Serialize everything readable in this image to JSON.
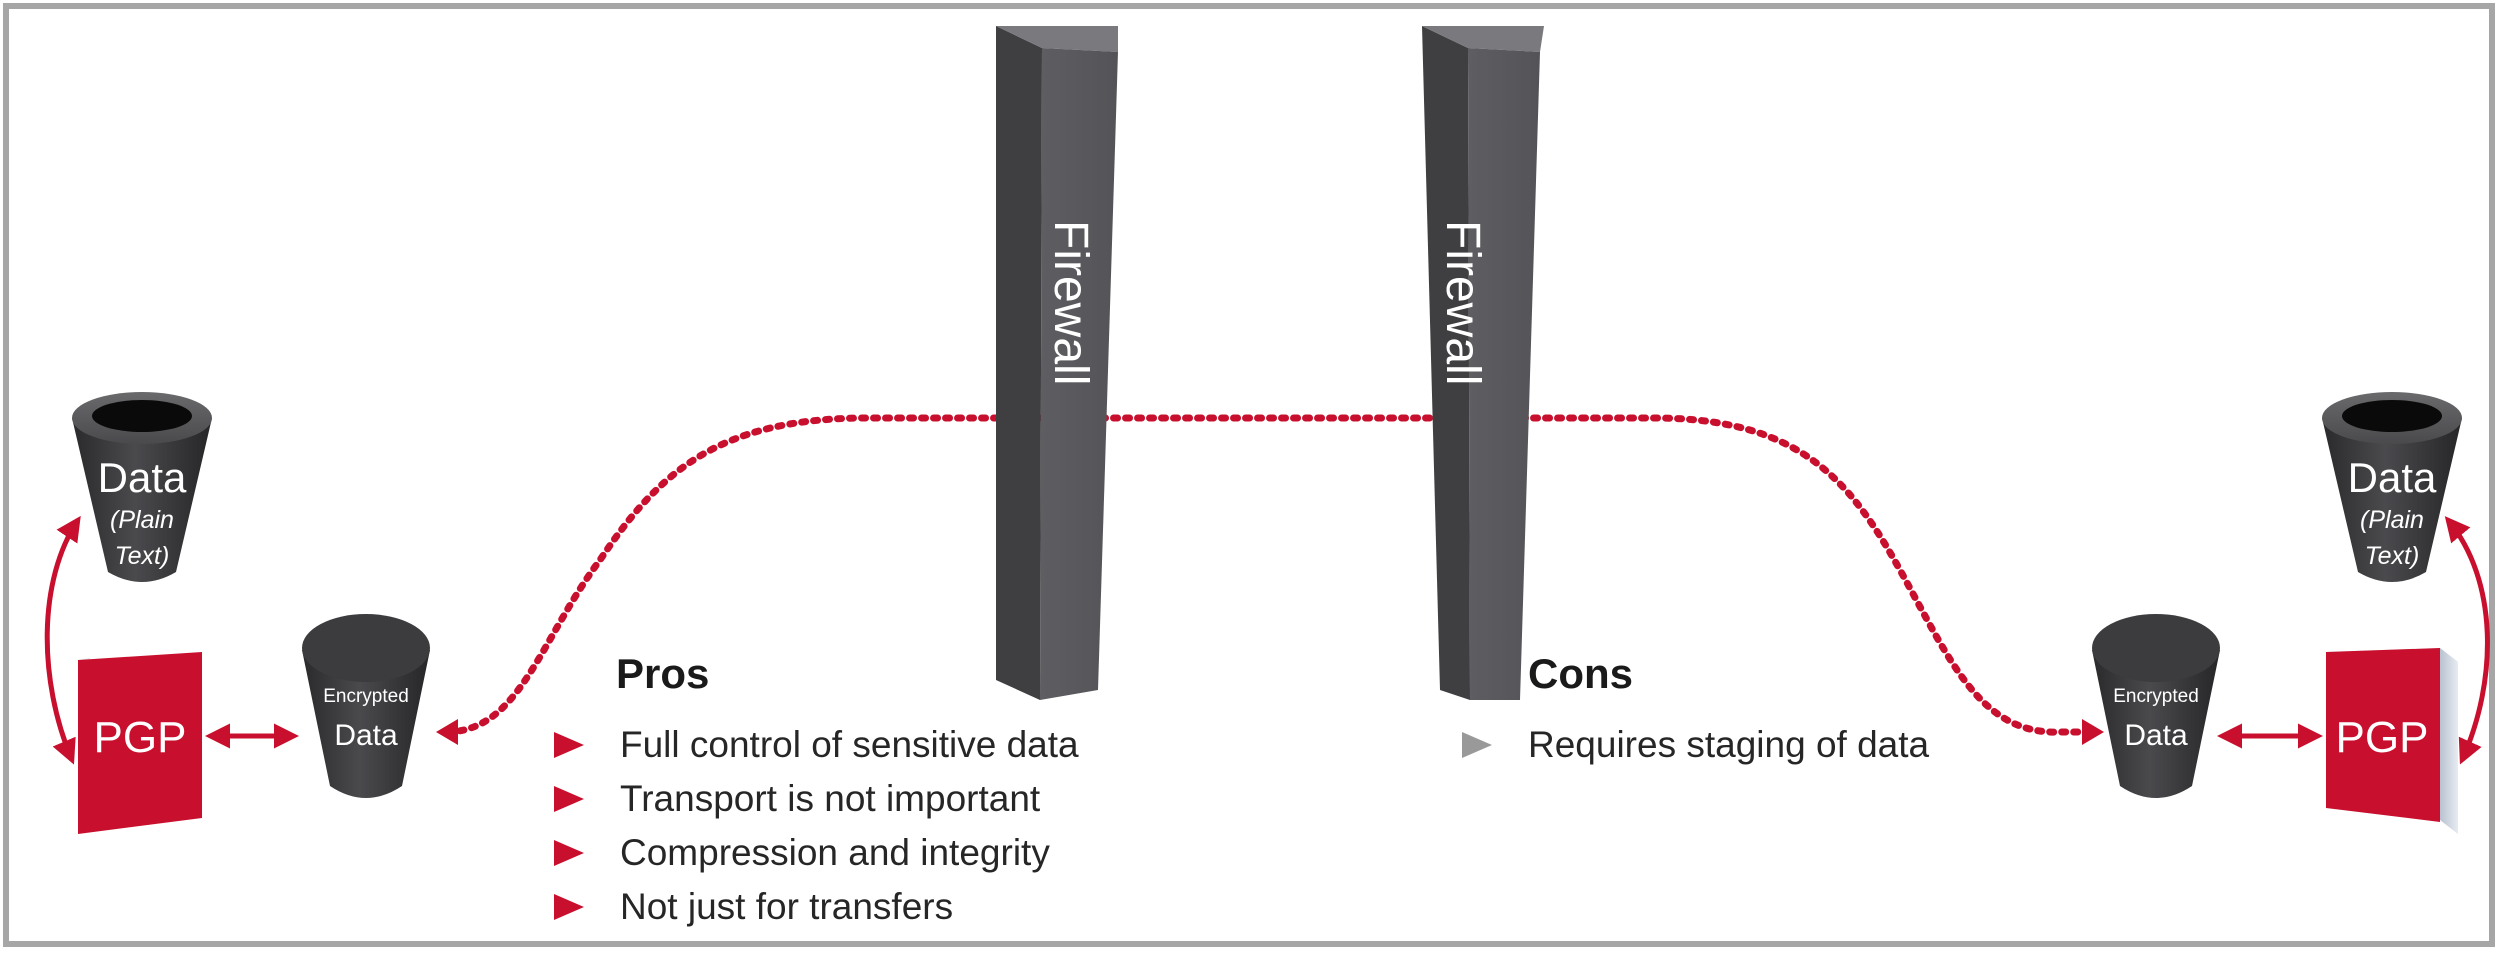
{
  "nodes": {
    "left_plain": {
      "title": "Data",
      "subtitle": "(Plain Text)"
    },
    "right_plain": {
      "title": "Data",
      "subtitle": "(Plain Text)"
    },
    "left_pgp": {
      "label": "PGP"
    },
    "right_pgp": {
      "label": "PGP"
    },
    "left_encrypted": {
      "line1": "Encrypted",
      "line2": "Data"
    },
    "right_encrypted": {
      "line1": "Encrypted",
      "line2": "Data"
    },
    "firewall_left": {
      "label": "Firewall"
    },
    "firewall_right": {
      "label": "Firewall"
    }
  },
  "pros": {
    "heading": "Pros",
    "items": [
      "Full control of sensitive data",
      "Transport is not important",
      "Compression and integrity",
      "Not just for transfers"
    ]
  },
  "cons": {
    "heading": "Cons",
    "items": [
      "Requires staging of data"
    ]
  },
  "colors": {
    "accent_red": "#c8102e",
    "cylinder_dark": "#3b3b3d",
    "firewall_gray": "#59595c",
    "frame_gray": "#a6a6a6",
    "cons_bullet_gray": "#999999"
  }
}
